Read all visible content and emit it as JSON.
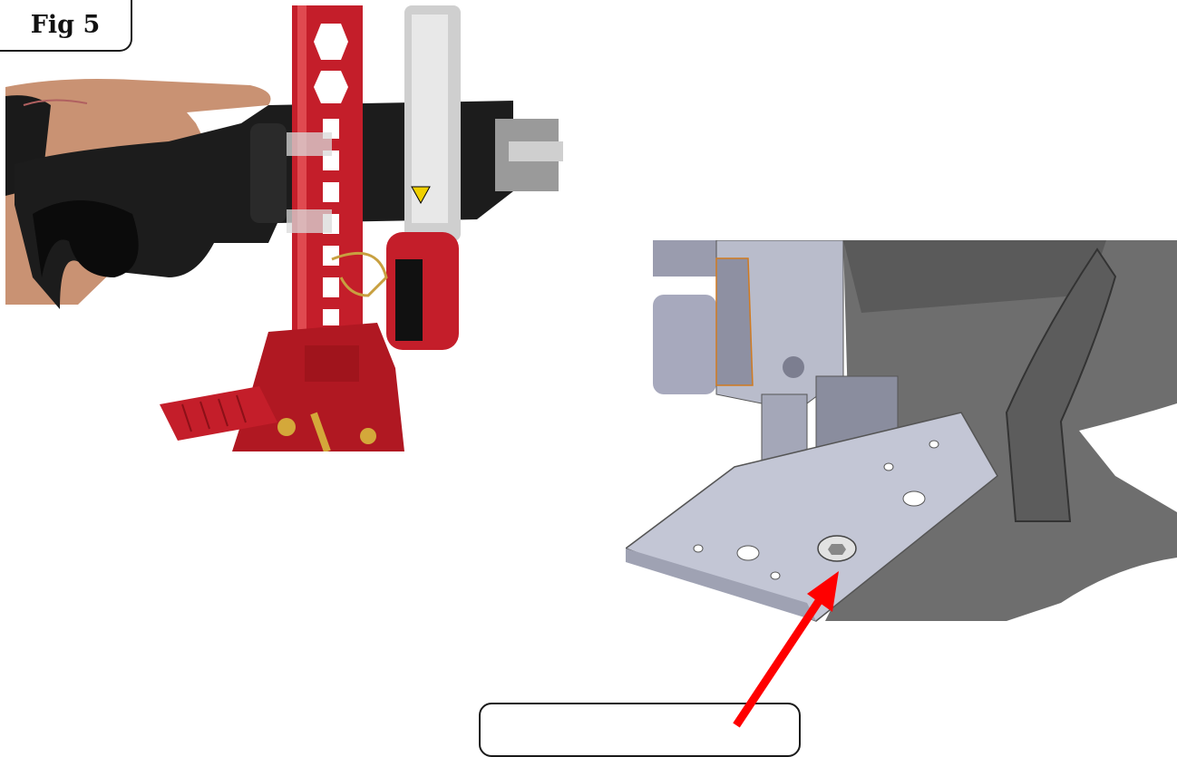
{
  "figure": {
    "label": "Fig 5"
  },
  "photo": {
    "description_icon": "hand-holding-jack-mount-photo",
    "jack_color": "#c41e2a",
    "bracket_color": "#1c1c1c"
  },
  "cad": {
    "description_icon": "mount-bracket-cad-render",
    "part_color": "#b9bccb",
    "plate_color": "#6e6e6e"
  },
  "arrow": {
    "color": "#ff0000"
  }
}
